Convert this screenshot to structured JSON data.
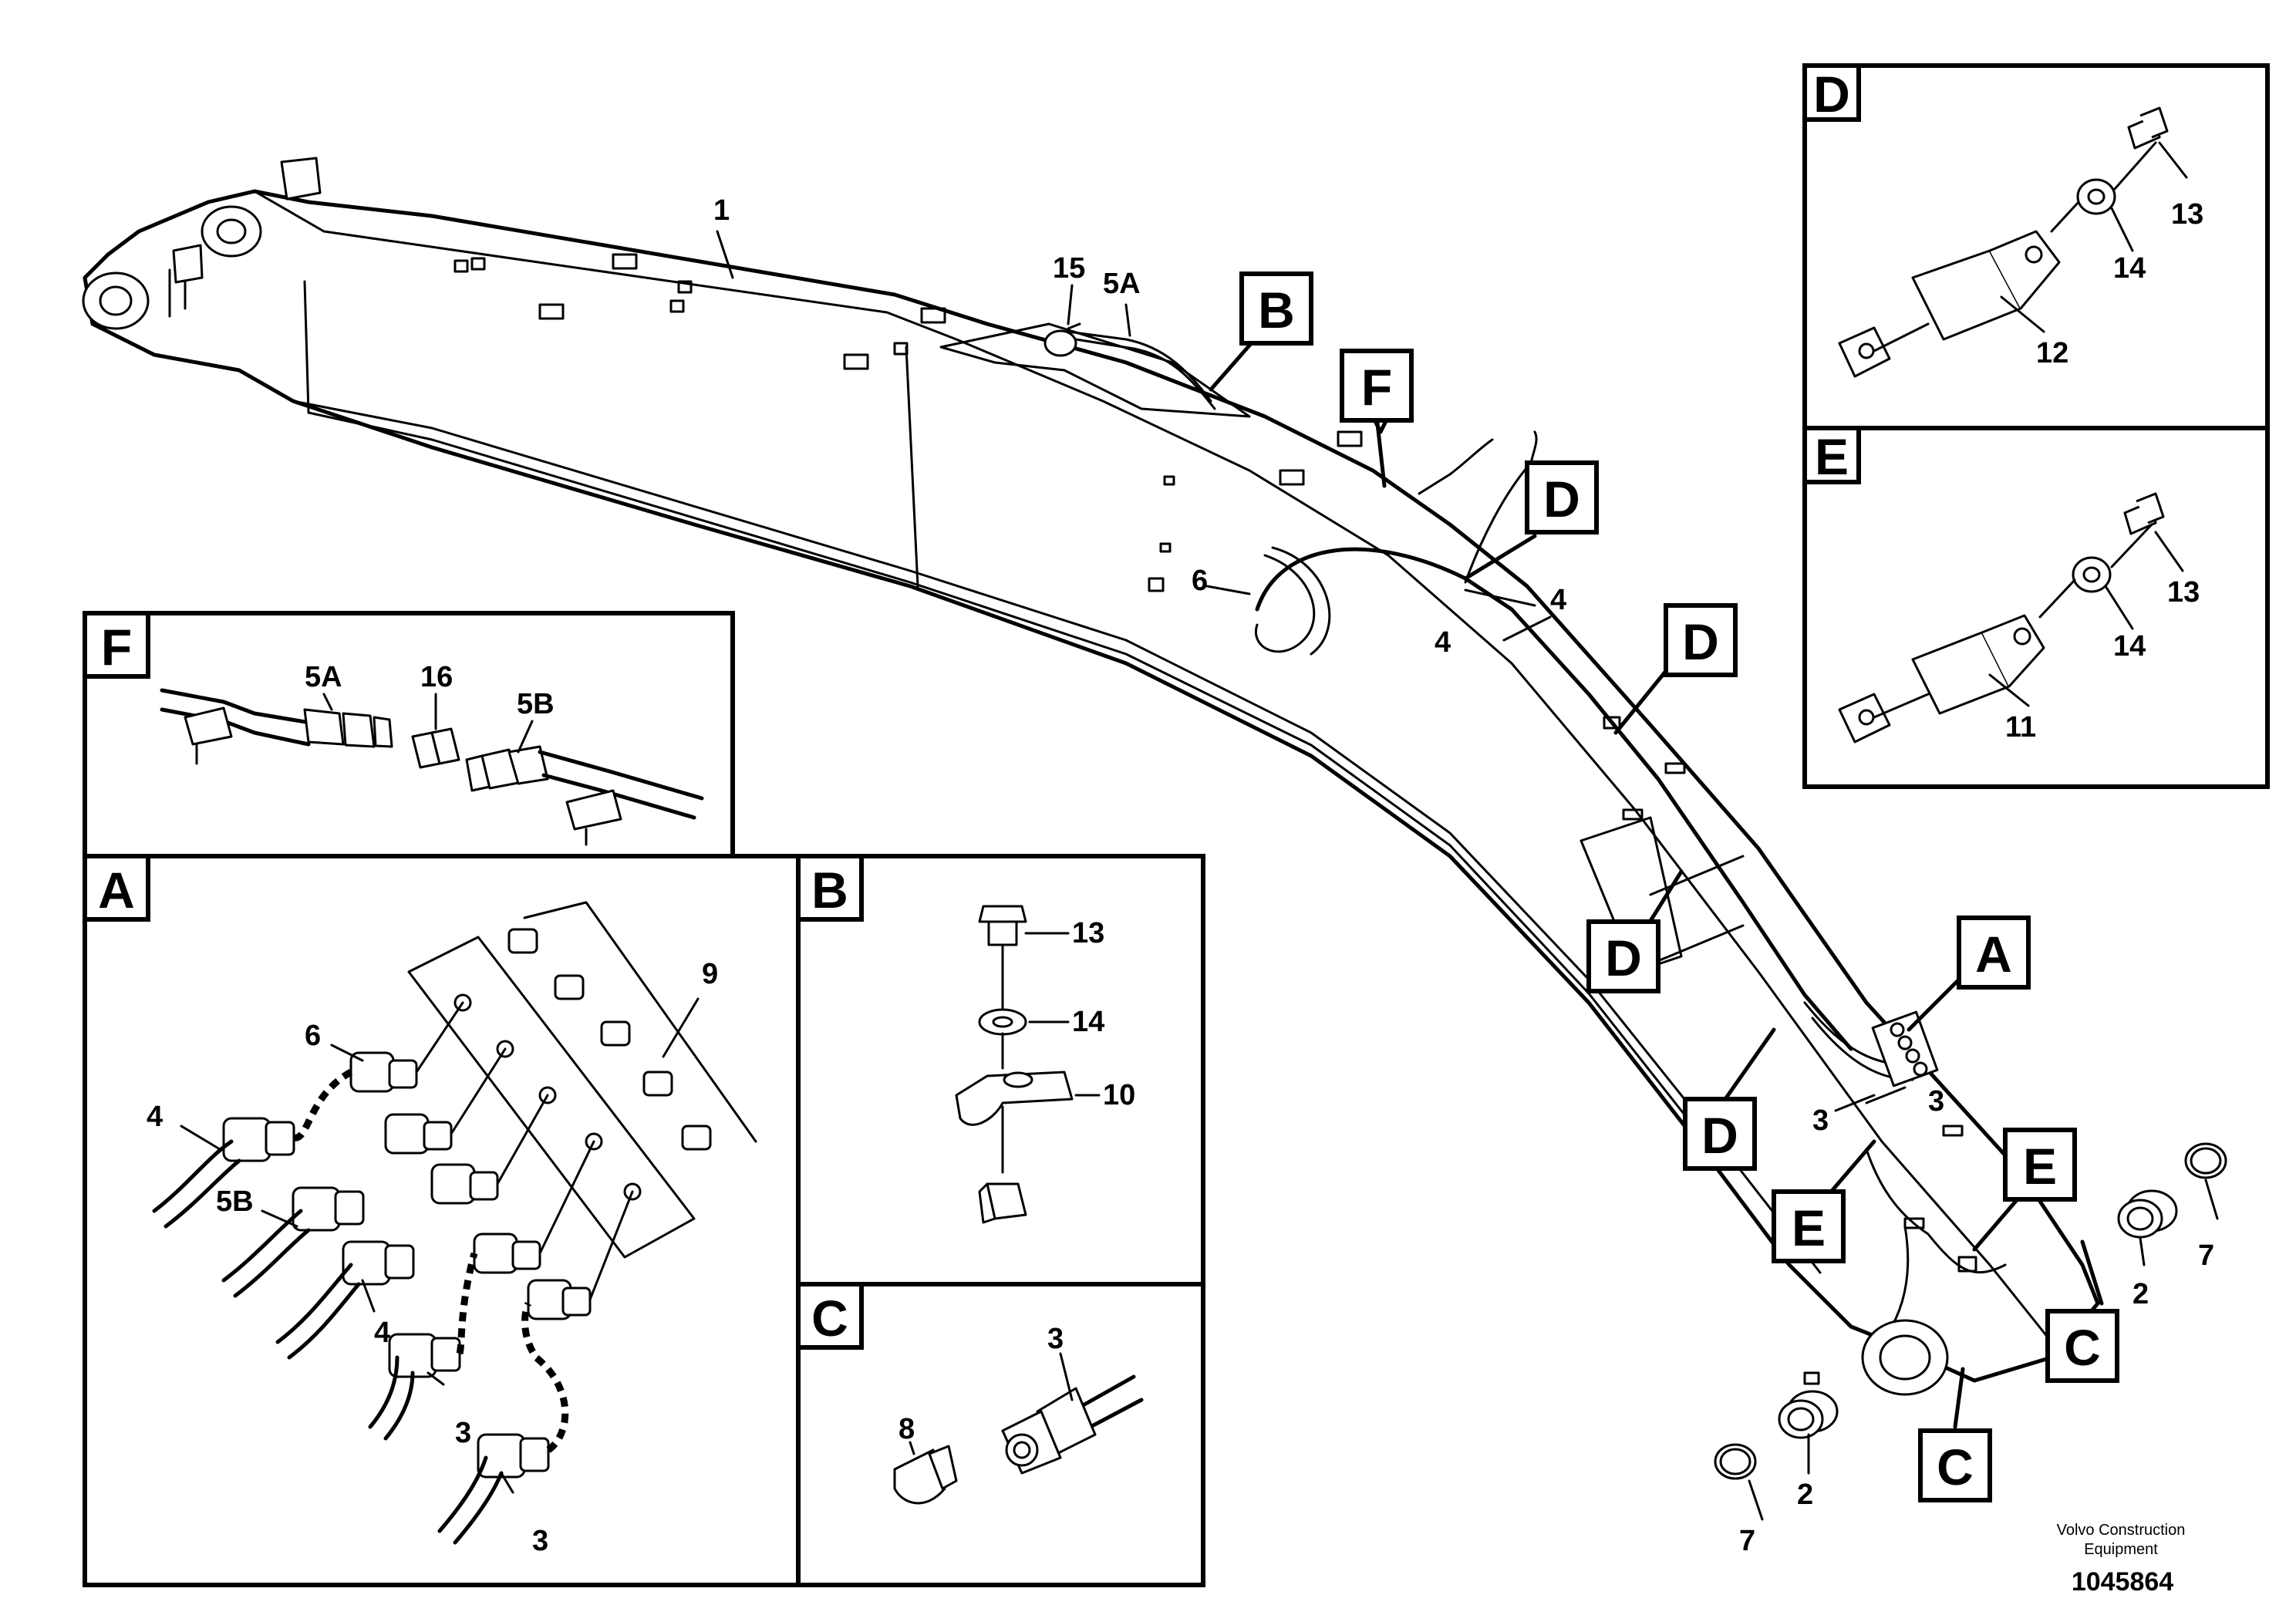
{
  "labels": {
    "p1": "1",
    "p15": "15",
    "p5A": "5A",
    "p6": "6",
    "p4a": "4",
    "p4b": "4",
    "p3a": "3",
    "p3b": "3",
    "p2a": "2",
    "p2b": "2",
    "p7a": "7",
    "p7b": "7"
  },
  "callouts": {
    "B": "B",
    "F": "F",
    "D1": "D",
    "D2": "D",
    "D3": "D",
    "D4": "D",
    "A": "A",
    "E": "E",
    "C1": "C",
    "C2": "C"
  },
  "inset_D": {
    "title": "D",
    "n13": "13",
    "n14": "14",
    "n12": "12"
  },
  "inset_E": {
    "title": "E",
    "n13": "13",
    "n14": "14",
    "n11": "11"
  },
  "inset_F": {
    "title": "F",
    "n5A": "5A",
    "n16": "16",
    "n5B": "5B"
  },
  "inset_A": {
    "title": "A",
    "n9": "9",
    "n6": "6",
    "n4a": "4",
    "n5B": "5B",
    "n4b": "4",
    "n3a": "3",
    "n3b": "3"
  },
  "inset_B": {
    "title": "B",
    "n13": "13",
    "n14": "14",
    "n10": "10"
  },
  "inset_C": {
    "title": "C",
    "n3": "3",
    "n8": "8"
  },
  "footer": {
    "maker_line1": "Volvo Construction",
    "maker_line2": "Equipment",
    "doc_number": "1045864"
  }
}
